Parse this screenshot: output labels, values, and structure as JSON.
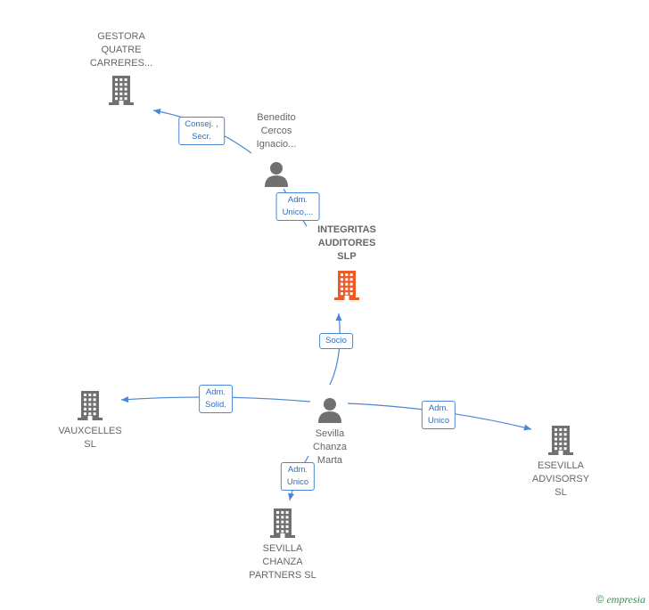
{
  "colors": {
    "edge": "#4a86d4",
    "building": "#707070",
    "focus_building": "#f05a28",
    "person": "#707070"
  },
  "nodes": [
    {
      "id": "gestora",
      "type": "company",
      "icon": "building-icon",
      "label": [
        "GESTORA",
        "QUATRE",
        "CARRERES..."
      ]
    },
    {
      "id": "benedito",
      "type": "person",
      "icon": "person-icon",
      "label": [
        "Benedito",
        "Cercos",
        "Ignacio..."
      ]
    },
    {
      "id": "integritas",
      "type": "company",
      "focus": true,
      "icon": "building-icon",
      "label": [
        "INTEGRITAS",
        "AUDITORES",
        "SLP"
      ]
    },
    {
      "id": "vauxcelles",
      "type": "company",
      "icon": "building-icon",
      "label": [
        "VAUXCELLES",
        "SL"
      ]
    },
    {
      "id": "sevilla",
      "type": "person",
      "icon": "person-icon",
      "label": [
        "Sevilla",
        "Chanza",
        "Marta"
      ]
    },
    {
      "id": "esevilla",
      "type": "company",
      "icon": "building-icon",
      "label": [
        "ESEVILLA",
        "ADVISORSY",
        "SL"
      ]
    },
    {
      "id": "scp",
      "type": "company",
      "icon": "building-icon",
      "label": [
        "SEVILLA",
        "CHANZA",
        "PARTNERS  SL"
      ]
    }
  ],
  "edges": [
    {
      "from": "benedito",
      "to": "gestora",
      "label": [
        "Consej. ,",
        "Secr."
      ]
    },
    {
      "from": "benedito",
      "to": "integritas",
      "label": [
        "Adm.",
        "Unico,..."
      ]
    },
    {
      "from": "sevilla",
      "to": "integritas",
      "label": [
        "Socio"
      ]
    },
    {
      "from": "sevilla",
      "to": "vauxcelles",
      "label": [
        "Adm.",
        "Solid."
      ]
    },
    {
      "from": "sevilla",
      "to": "esevilla",
      "label": [
        "Adm.",
        "Unico"
      ]
    },
    {
      "from": "sevilla",
      "to": "scp",
      "label": [
        "Adm.",
        "Unico"
      ]
    }
  ],
  "footer": {
    "copyright": "©",
    "brand": "empresia"
  }
}
